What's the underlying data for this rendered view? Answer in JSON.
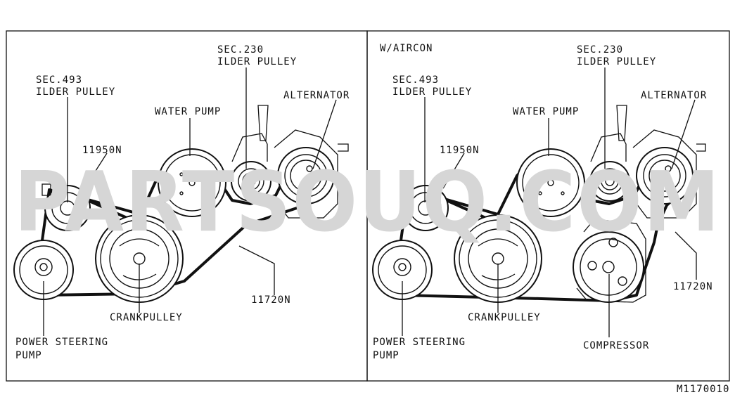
{
  "watermark": "PARTSOUQ.COM",
  "figure_code": "M1170010",
  "left_panel": {
    "sec230_label": "SEC.230",
    "sec230_sub": "ILDER PULLEY",
    "sec493_label": "SEC.493",
    "sec493_sub": "ILDER PULLEY",
    "alternator": "ALTERNATOR",
    "water_pump": "WATER PUMP",
    "part_11950n": "11950N",
    "part_11720n": "11720N",
    "crankpulley": "CRANKPULLEY",
    "power_steering_1": "POWER STEERING",
    "power_steering_2": "PUMP"
  },
  "right_panel": {
    "title": "W/AIRCON",
    "sec230_label": "SEC.230",
    "sec230_sub": "ILDER PULLEY",
    "sec493_label": "SEC.493",
    "sec493_sub": "ILDER PULLEY",
    "alternator": "ALTERNATOR",
    "water_pump": "WATER PUMP",
    "part_11950n": "11950N",
    "part_11720n": "11720N",
    "crankpulley": "CRANKPULLEY",
    "power_steering_1": "POWER STEERING",
    "power_steering_2": "PUMP",
    "compressor": "COMPRESSOR"
  }
}
